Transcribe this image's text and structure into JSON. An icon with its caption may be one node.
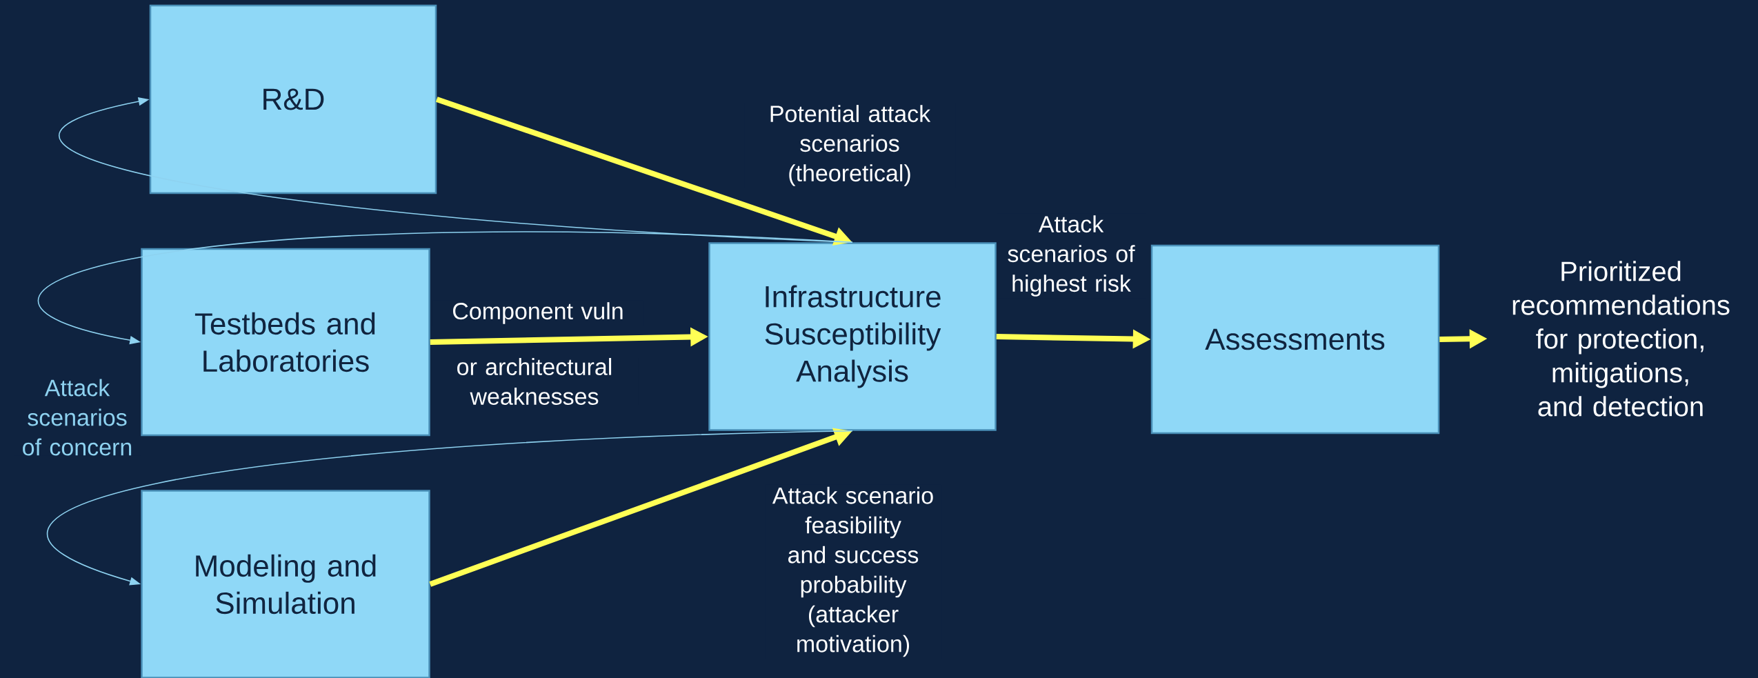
{
  "diagram": {
    "nodes": [
      {
        "text": [
          "R&D"
        ]
      },
      {
        "text": [
          "Testbeds and Laboratories"
        ]
      },
      {
        "text": [
          "Modeling and Simulation"
        ]
      },
      {
        "text": [
          "Infrastructure Susceptibility Analysis"
        ]
      },
      {
        "text": [
          "Assessments"
        ]
      },
      {
        "text": [
          "Prioritized recommendations for protection, mitigations, and detection"
        ]
      }
    ],
    "edges": [
      {
        "from": 0,
        "to": 3,
        "arrow": "to",
        "label": "Potential attack scenarios (theoretical)"
      },
      {
        "from": 1,
        "to": 3,
        "arrow": "to",
        "label": "Component vuln"
      },
      {
        "from": 2,
        "to": 3,
        "arrow": "to",
        "label": "Attack scenario feasibility and success probability (attacker motivation)"
      },
      {
        "from": 3,
        "to": 4,
        "arrow": "to",
        "label": "Attack scenarios of highest risk"
      },
      {
        "from": 4,
        "to": 5,
        "arrow": "to"
      },
      {
        "from": 3,
        "to": 0,
        "arrow": "to",
        "color": "#8ed2f0"
      },
      {
        "from": 3,
        "to": 1,
        "arrow": "to",
        "color": "#8ed2f0"
      },
      {
        "from": 3,
        "to": 2,
        "arrow": "to",
        "color": "#8ed2f0"
      }
    ],
    "labels": [
      "or architectural weaknesses",
      "Attack scenarios of concern"
    ]
  }
}
